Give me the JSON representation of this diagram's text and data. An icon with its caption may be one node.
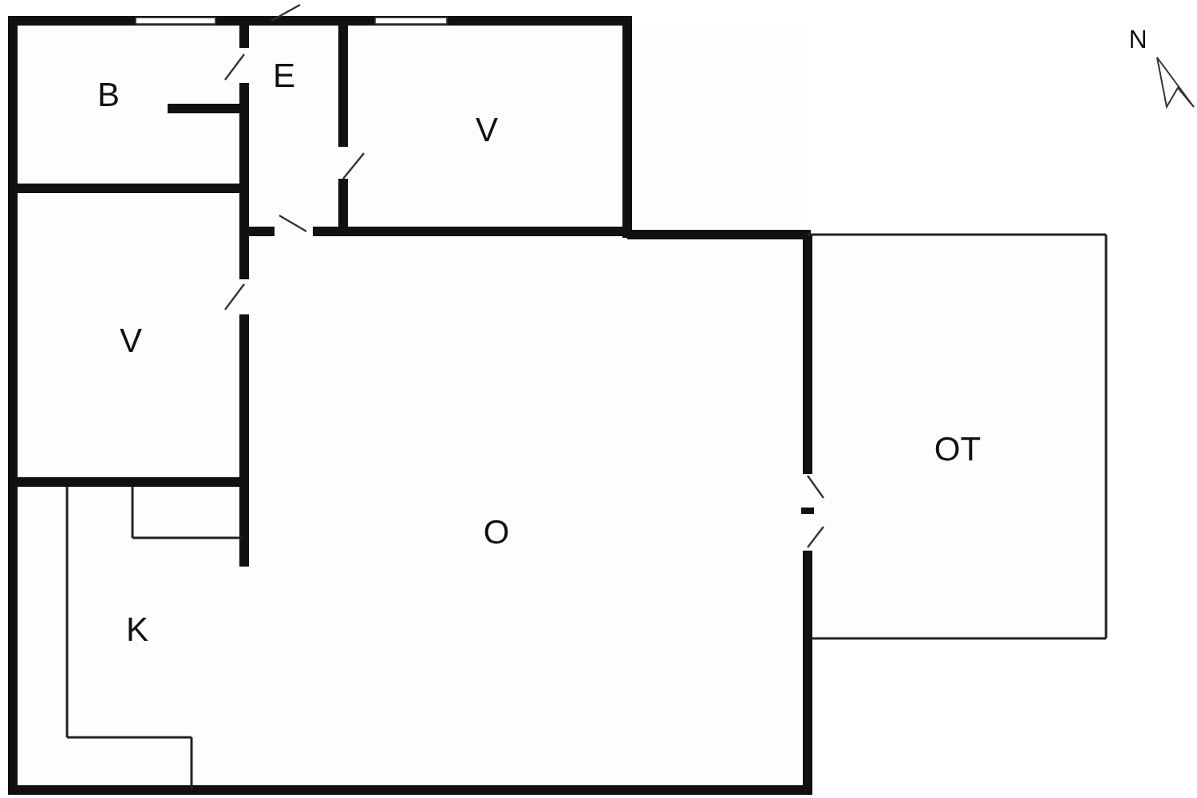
{
  "diagram": {
    "labels": [
      "B",
      "E",
      "V",
      "V",
      "O",
      "K",
      "OT",
      "N"
    ]
  }
}
